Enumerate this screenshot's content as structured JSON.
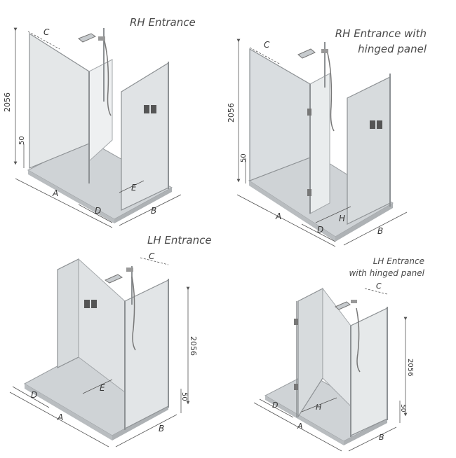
{
  "titles": {
    "rh": "RH Entrance",
    "rh_hinged_1": "RH Entrance with",
    "rh_hinged_2": "hinged panel",
    "lh": "LH Entrance",
    "lh_hinged_1": "LH Entrance",
    "lh_hinged_2": "with hinged panel"
  },
  "dims": {
    "height": "2056",
    "tray": "50",
    "a": "A",
    "b": "B",
    "c": "C",
    "d": "D",
    "e": "E",
    "h": "H"
  },
  "icons": [
    "shower-head-icon",
    "shelf-icon",
    "logo-mark-icon"
  ],
  "colors": {
    "glass": "#e9eced",
    "glass_dark": "#d7dbdd",
    "frame": "#8d9194",
    "tray": "#cfd3d6",
    "dim_line": "#555555",
    "text": "#4a4a4a"
  }
}
